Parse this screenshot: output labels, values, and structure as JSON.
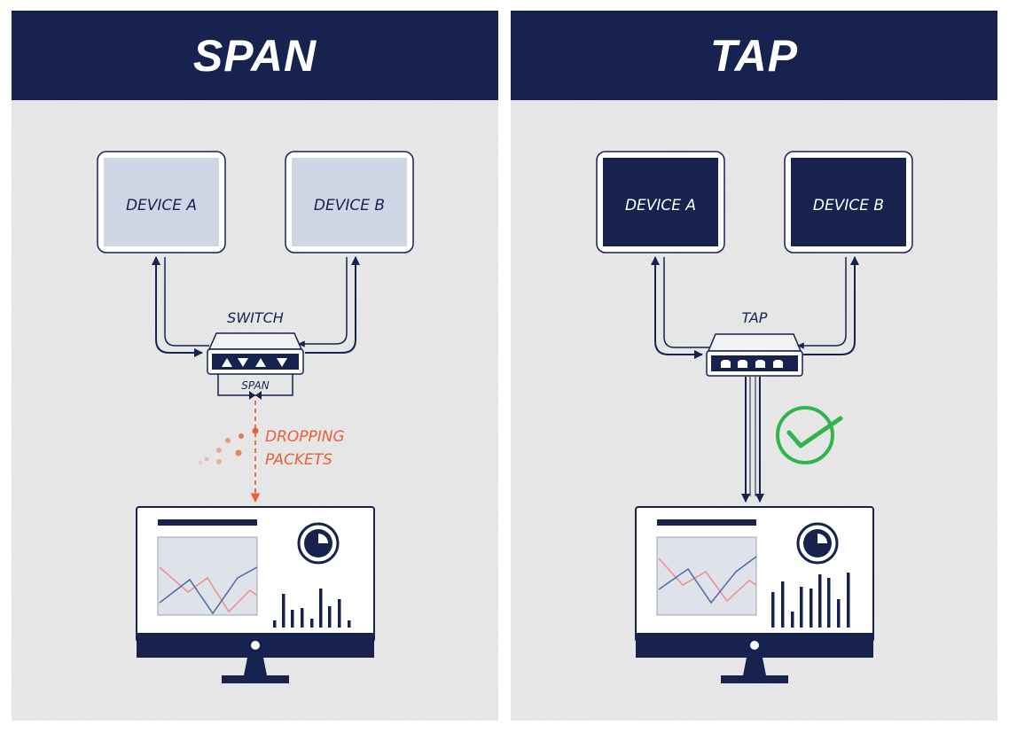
{
  "span": {
    "title": "SPAN",
    "device_a": "DEVICE A",
    "device_b": "DEVICE B",
    "switch_label": "SWITCH",
    "port_label": "SPAN",
    "warning_line1": "DROPPING",
    "warning_line2": "PACKETS"
  },
  "tap": {
    "title": "TAP",
    "device_a": "DEVICE A",
    "device_b": "DEVICE B",
    "tap_label": "TAP"
  },
  "colors": {
    "navy": "#17224f",
    "light_device": "#cfd6e6",
    "warning": "#e8603c",
    "success": "#2fb54a"
  },
  "icons": [
    "up-triangle-icon",
    "down-triangle-icon",
    "port-icon",
    "check-circle-icon",
    "pie-chart-icon"
  ]
}
